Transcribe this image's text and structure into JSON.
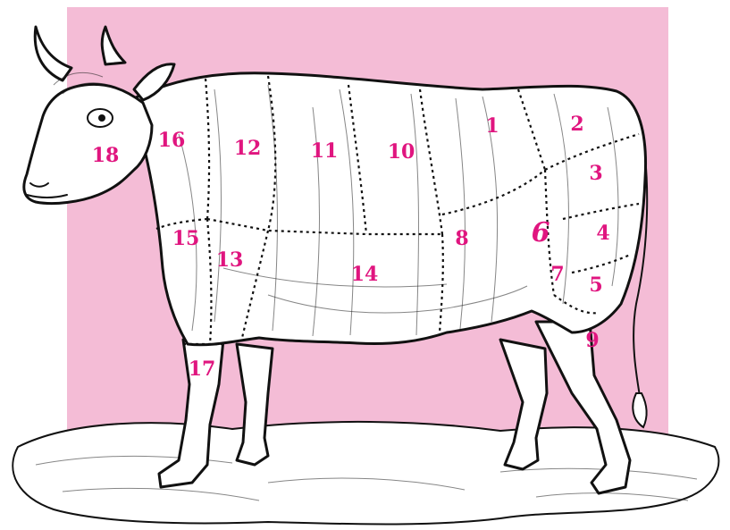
{
  "colors": {
    "background_panel": "#f4bcd6",
    "label": "#e0157f",
    "ink": "#111111",
    "paper": "#ffffff"
  },
  "cuts": [
    {
      "id": "1",
      "text": "1"
    },
    {
      "id": "2",
      "text": "2"
    },
    {
      "id": "3",
      "text": "3"
    },
    {
      "id": "4",
      "text": "4"
    },
    {
      "id": "5",
      "text": "5"
    },
    {
      "id": "6",
      "text": "6"
    },
    {
      "id": "7",
      "text": "7"
    },
    {
      "id": "8",
      "text": "8"
    },
    {
      "id": "9",
      "text": "9"
    },
    {
      "id": "10",
      "text": "10"
    },
    {
      "id": "11",
      "text": "11"
    },
    {
      "id": "12",
      "text": "12"
    },
    {
      "id": "13",
      "text": "13"
    },
    {
      "id": "14",
      "text": "14"
    },
    {
      "id": "15",
      "text": "15"
    },
    {
      "id": "16",
      "text": "16"
    },
    {
      "id": "17",
      "text": "17"
    },
    {
      "id": "18",
      "text": "18"
    }
  ]
}
